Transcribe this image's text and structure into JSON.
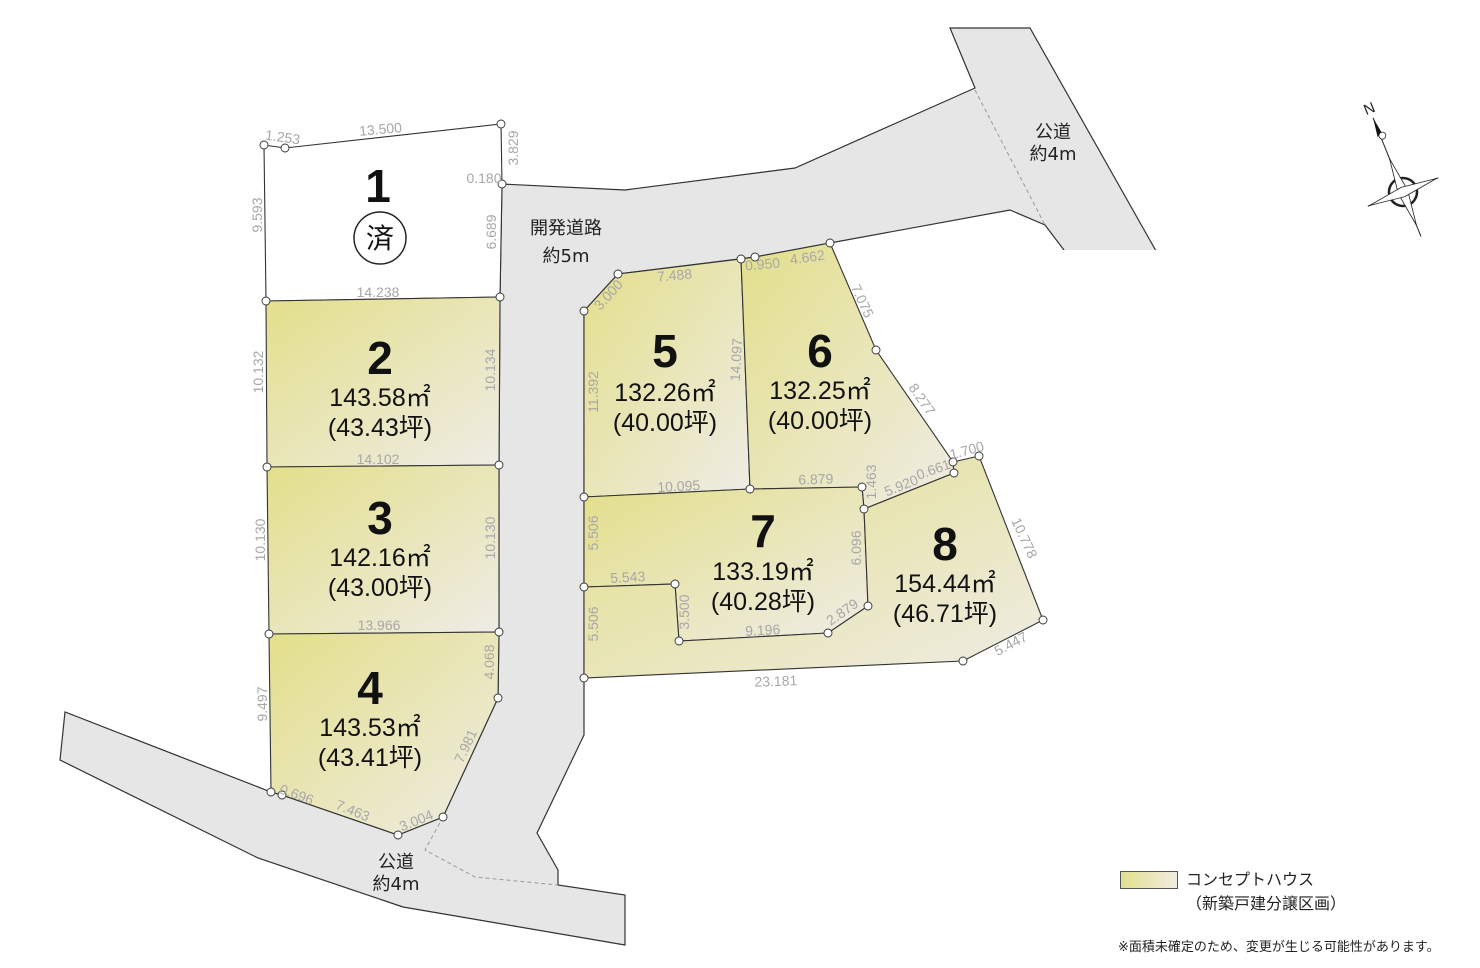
{
  "roads": {
    "development_road": {
      "name": "開発道路",
      "width": "約5m"
    },
    "public_road_ne": {
      "name": "公道",
      "width": "約4m"
    },
    "public_road_sw": {
      "name": "公道",
      "width": "約4m"
    }
  },
  "lots": [
    {
      "number": "1",
      "status": "済"
    },
    {
      "number": "2",
      "area": "143.58㎡",
      "tsubo": "(43.43坪)"
    },
    {
      "number": "3",
      "area": "142.16㎡",
      "tsubo": "(43.00坪)"
    },
    {
      "number": "4",
      "area": "143.53㎡",
      "tsubo": "(43.41坪)"
    },
    {
      "number": "5",
      "area": "132.26㎡",
      "tsubo": "(40.00坪)"
    },
    {
      "number": "6",
      "area": "132.25㎡",
      "tsubo": "(40.00坪)"
    },
    {
      "number": "7",
      "area": "133.19㎡",
      "tsubo": "(40.28坪)"
    },
    {
      "number": "8",
      "area": "154.44㎡",
      "tsubo": "(46.71坪)"
    }
  ],
  "dimensions": [
    "1.253",
    "13.500",
    "3.829",
    "0.180",
    "9.593",
    "6.689",
    "14.238",
    "10.132",
    "10.134",
    "14.102",
    "10.130",
    "10.130",
    "13.966",
    "9.497",
    "4.068",
    "7.981",
    "0.696",
    "7.463",
    "3.004",
    "3.000",
    "7.488",
    "0.950",
    "4.662",
    "7.075",
    "8.277",
    "11.392",
    "14.097",
    "10.095",
    "6.879",
    "1.463",
    "5.920",
    "0.661",
    "1.700",
    "10.778",
    "5.506",
    "5.543",
    "5.506",
    "3.500",
    "9.196",
    "6.096",
    "2.879",
    "5.447",
    "23.181"
  ],
  "compass": {
    "north_label": "N"
  },
  "legend": {
    "line1": "コンセプトハウス",
    "line2": "（新築戸建分譲区画）"
  },
  "note": "※面積未確定のため、変更が生じる可能性があります。",
  "colors": {
    "lot_fill_start": "#e3df8a",
    "lot_fill_end": "#efece6",
    "road": "#e6e6e6",
    "outline": "#333333",
    "dimension": "#a7a7a7"
  }
}
